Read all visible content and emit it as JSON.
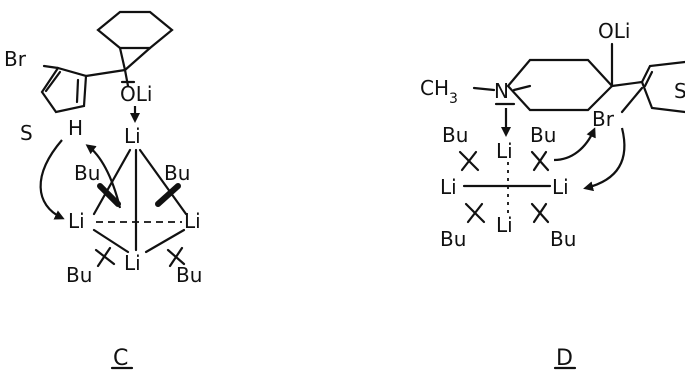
{
  "figure": {
    "panel_c": {
      "caption": "C",
      "labels": {
        "br": "Br",
        "s": "S",
        "h": "H",
        "oli": "OLi",
        "li_top": "Li",
        "li_left": "Li",
        "li_right": "Li",
        "li_bottom": "Li",
        "bu_1": "Bu",
        "bu_2": "Bu",
        "bu_3": "Bu",
        "bu_4": "Bu"
      }
    },
    "panel_d": {
      "caption": "D",
      "labels": {
        "oli": "OLi",
        "ch3": "CH",
        "ch3_sub": "3",
        "n": "N",
        "br": "Br",
        "s": "S",
        "li_top": "Li",
        "li_left": "Li",
        "li_right": "Li",
        "li_bottom": "Li",
        "bu_1": "Bu",
        "bu_2": "Bu",
        "bu_3": "Bu",
        "bu_4": "Bu"
      }
    },
    "colors": {
      "ink": "#111111",
      "background": "#ffffff"
    }
  }
}
